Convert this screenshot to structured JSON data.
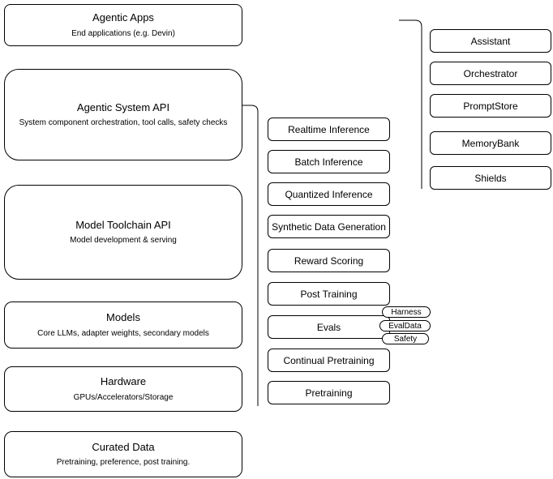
{
  "diagram": {
    "stack": [
      {
        "title": "Agentic Apps",
        "subtitle": "End applications (e.g. Devin)"
      },
      {
        "title": "Agentic System API",
        "subtitle": "System component orchestration, tool calls, safety checks"
      },
      {
        "title": "Model Toolchain API",
        "subtitle": "Model development & serving"
      },
      {
        "title": "Models",
        "subtitle": "Core LLMs, adapter weights, secondary models"
      },
      {
        "title": "Hardware",
        "subtitle": "GPUs/Accelerators/Storage"
      },
      {
        "title": "Curated Data",
        "subtitle": "Pretraining, preference, post training."
      }
    ],
    "toolchain": {
      "items": [
        {
          "label": "Realtime Inference"
        },
        {
          "label": "Batch Inference"
        },
        {
          "label": "Quantized Inference"
        },
        {
          "label": "Synthetic Data Generation"
        },
        {
          "label": "Reward Scoring"
        },
        {
          "label": "Post Training"
        },
        {
          "label": "Evals"
        },
        {
          "label": "Continual Pretraining"
        },
        {
          "label": "Pretraining"
        }
      ],
      "evals_tags": [
        {
          "label": "Harness"
        },
        {
          "label": "EvalData"
        },
        {
          "label": "Safety"
        }
      ]
    },
    "system_components": [
      {
        "label": "Assistant"
      },
      {
        "label": "Orchestrator"
      },
      {
        "label": "PromptStore"
      },
      {
        "label": "MemoryBank"
      },
      {
        "label": "Shields"
      }
    ],
    "colors": {
      "border": "#000000",
      "background": "#ffffff",
      "text": "#000000"
    }
  }
}
